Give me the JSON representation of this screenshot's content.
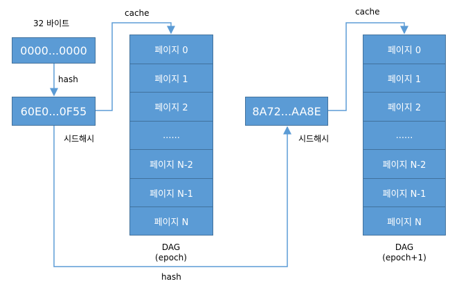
{
  "source_label": "32 바이트",
  "seed_box": "0000...0000",
  "hash_label_top": "hash",
  "seed_hash_1": "60E0...0F55",
  "seed_hash_label_1": "시드해시",
  "cache_label_1": "cache",
  "dag1": {
    "pages": [
      "페이지 0",
      "페이지 1",
      "페이지 2",
      "......",
      "페이지 N-2",
      "페이지 N-1",
      "페이지 N"
    ],
    "title": "DAG",
    "subtitle": "(epoch)"
  },
  "hash_label_bottom": "hash",
  "seed_hash_2": "8A72...AA8E",
  "seed_hash_label_2": "시드해시",
  "cache_label_2": "cache",
  "dag2": {
    "pages": [
      "페이지 0",
      "페이지 1",
      "페이지 2",
      "......",
      "페이지 N-2",
      "페이지 N-1",
      "페이지 N"
    ],
    "title": "DAG",
    "subtitle": "(epoch+1)"
  },
  "colors": {
    "box_fill": "#5b9bd5",
    "box_border": "#41719c",
    "arrow": "#5b9bd5"
  }
}
